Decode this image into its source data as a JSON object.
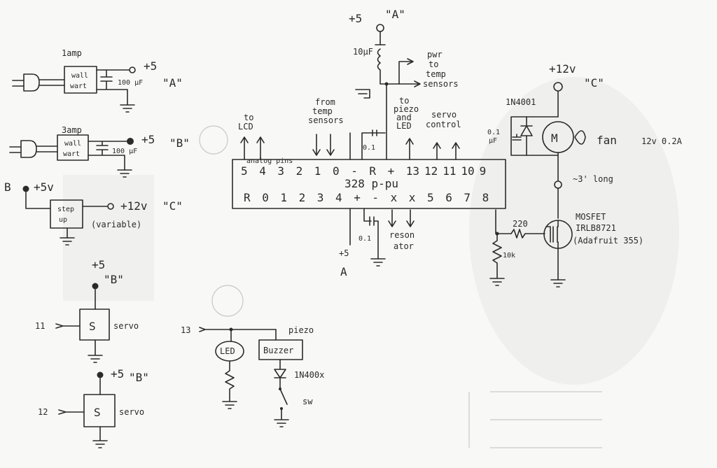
{
  "wall_wart_a": {
    "current": "1amp",
    "box_line1": "wall",
    "box_line2": "wart",
    "cap": "100 μF",
    "volts": "+5",
    "node": "\"A\""
  },
  "wall_wart_b": {
    "current": "3amp",
    "box_line1": "wall",
    "box_line2": "wart",
    "cap": "100 μF",
    "volts": "+5",
    "node": "\"B\""
  },
  "step_up": {
    "input_node": "B",
    "input_volts": "+5v",
    "box_line1": "step",
    "box_line2": "up",
    "volts": "+12v",
    "node": "\"C\"",
    "note": "(variable)"
  },
  "servo_11": {
    "supply_volts": "+5",
    "supply_node": "\"B\"",
    "pin": "11",
    "symbol": "S",
    "label": "servo"
  },
  "servo_12": {
    "supply_volts": "+5",
    "supply_node": "\"B\"",
    "pin": "12",
    "symbol": "S",
    "label": "servo"
  },
  "chip": {
    "label": "328 p-pu",
    "analog_label": "analog pins",
    "top_pins": [
      "5",
      "4",
      "3",
      "2",
      "1",
      "0",
      "-",
      "R",
      "+",
      "13",
      "12",
      "11",
      "10",
      "9"
    ],
    "bottom_pins": [
      "R",
      "0",
      "1",
      "2",
      "3",
      "4",
      "+",
      "-",
      "x",
      "x",
      "5",
      "6",
      "7",
      "8"
    ]
  },
  "top_labels": {
    "to_lcd": "to\nLCD",
    "from_temp": "from\ntemp\nsensors",
    "to_piezo": "to\npiezo\nand\nLED",
    "servo_control": "servo\ncontrol",
    "pwr_temp": "pwr\nto\ntemp\nsensors",
    "supply": "+5",
    "supply_node": "\"A\"",
    "cap_10uF": "10μF"
  },
  "decoupling": {
    "top_cap": "0.1",
    "bottom_cap": "0.1",
    "bottom_volts": "+5",
    "bottom_node": "A",
    "resonator": "reson\nator"
  },
  "fan_circuit": {
    "supply": "+12v",
    "supply_node": "\"C\"",
    "diode": "1N4001",
    "cap": "0.1\nμF",
    "motor": "M",
    "fan": "fan",
    "fan_spec": "12v 0.2A",
    "cable": "~3' long",
    "resistor_gate": "220",
    "resistor_pulldown": "10k",
    "mosfet_line1": "MOSFET",
    "mosfet_line2": "IRLB8721",
    "mosfet_line3": "(Adafruit 355)"
  },
  "piezo_led": {
    "pin": "13",
    "led": "LED",
    "buzzer": "Buzzer",
    "piezo": "piezo",
    "diode": "1N400x",
    "switch": "sw"
  }
}
